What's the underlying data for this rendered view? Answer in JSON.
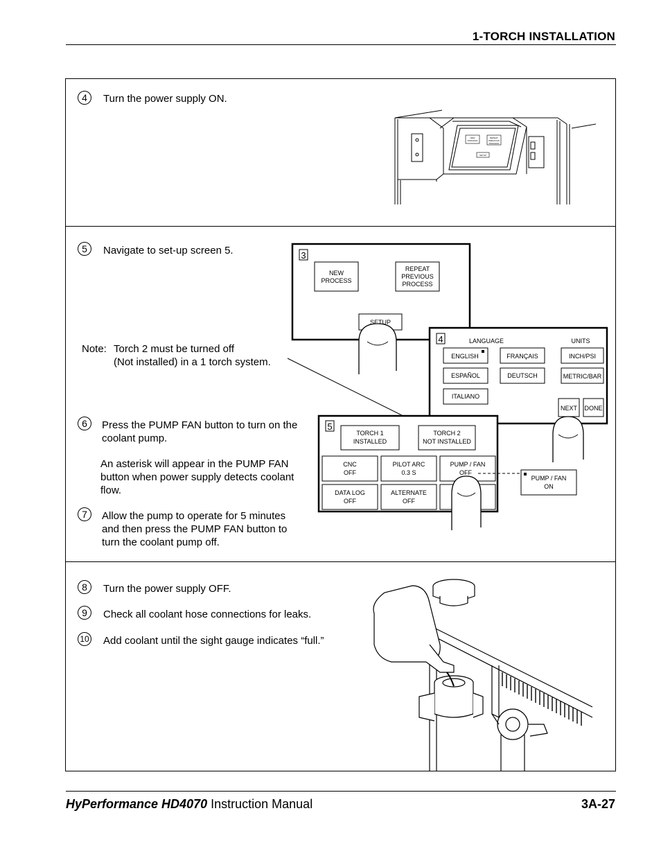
{
  "header": {
    "section_title": "1-TORCH INSTALLATION"
  },
  "steps": [
    {
      "num": "4",
      "text": "Turn the power supply ON."
    },
    {
      "num": "5",
      "text": "Navigate to set-up screen 5."
    },
    {
      "num": "6",
      "text": "Press the PUMP FAN button to turn on the coolant pump."
    },
    {
      "num": "7",
      "text": "Allow the pump to operate for 5 minutes and then press the PUMP FAN button to turn the coolant pump off."
    },
    {
      "num": "8",
      "text": "Turn the power supply OFF."
    },
    {
      "num": "9",
      "text": "Check all coolant hose connections for leaks."
    },
    {
      "num": "10",
      "text": "Add coolant until the sight gauge indicates “full.”"
    }
  ],
  "note": {
    "label": "Note:",
    "line1": "Torch 2 must be turned off",
    "line2": "(Not installed) in a 1 torch system."
  },
  "asterisk_note": "An asterisk will appear in the PUMP FAN button when power supply detects coolant flow.",
  "screen3": {
    "number": "3",
    "buttons": {
      "new_process": [
        "NEW",
        "PROCESS"
      ],
      "repeat_previous": [
        "REPEAT",
        "PREVIOUS",
        "PROCESS"
      ],
      "setup": "SETUP"
    }
  },
  "screen4": {
    "number": "4",
    "language_label": "LANGUAGE",
    "units_label": "UNITS",
    "buttons": {
      "english": "ENGLISH",
      "francais": "FRANÇAIS",
      "inch_psi": "INCH/PSI",
      "espanol": "ESPAÑOL",
      "deutsch": "DEUTSCH",
      "metric_bar": "METRIC/BAR",
      "italiano": "ITALIANO",
      "next": "NEXT",
      "done": "DONE"
    }
  },
  "screen5": {
    "number": "5",
    "buttons": {
      "torch1": [
        "TORCH 1",
        "INSTALLED"
      ],
      "torch2": [
        "TORCH 2",
        "NOT INSTALLED"
      ],
      "cnc": [
        "CNC",
        "OFF"
      ],
      "pilot_arc": [
        "PILOT ARC",
        "0.3  S"
      ],
      "pump_fan_off": [
        "PUMP / FAN",
        "OFF"
      ],
      "data_log": [
        "DATA LOG",
        "OFF"
      ],
      "alternate": [
        "ALTERNATE",
        "OFF"
      ]
    },
    "pump_fan_on": [
      "PUMP / FAN",
      "ON"
    ]
  },
  "mini_panel": {
    "new_process": [
      "NEW",
      "PROCESS"
    ],
    "repeat_previous": [
      "REPEAT",
      "PREVIOUS",
      "PROCESS"
    ],
    "setup": "SETUP"
  },
  "footer": {
    "brand": "HyPerformance HD4070",
    "manual": " Instruction Manual",
    "page": "3A-27"
  }
}
